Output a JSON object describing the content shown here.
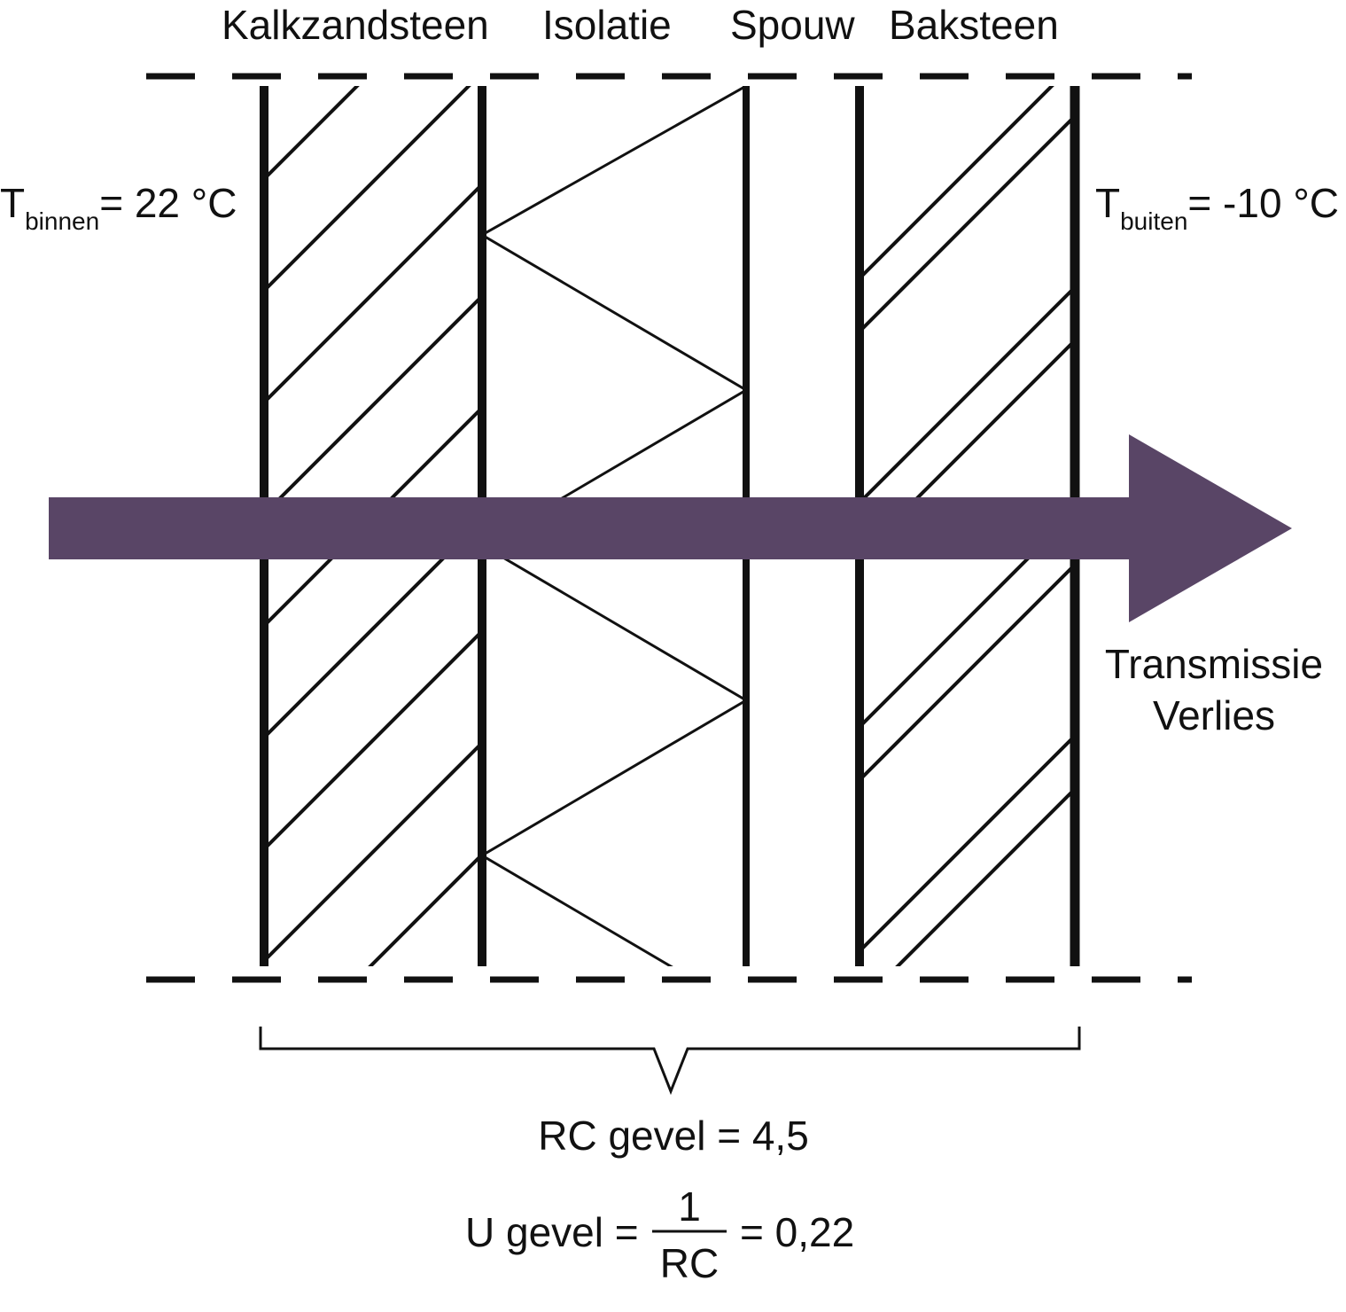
{
  "layers": [
    "Kalkzandsteen",
    "Isolatie",
    "Spouw",
    "Baksteen"
  ],
  "inside_temp": {
    "symbol": "T",
    "subscript": "binnen",
    "value": "= 22 °C"
  },
  "outside_temp": {
    "symbol": "T",
    "subscript": "buiten",
    "value": "= -10 °C"
  },
  "arrow_label": [
    "Transmissie",
    "Verlies"
  ],
  "rc_text": "RC gevel = 4,5",
  "u_formula": {
    "prefix": "U gevel =",
    "numerator": "1",
    "denominator": "RC",
    "suffix": "= 0,22"
  },
  "colors": {
    "arrow": "#594566",
    "ink": "#111111"
  }
}
